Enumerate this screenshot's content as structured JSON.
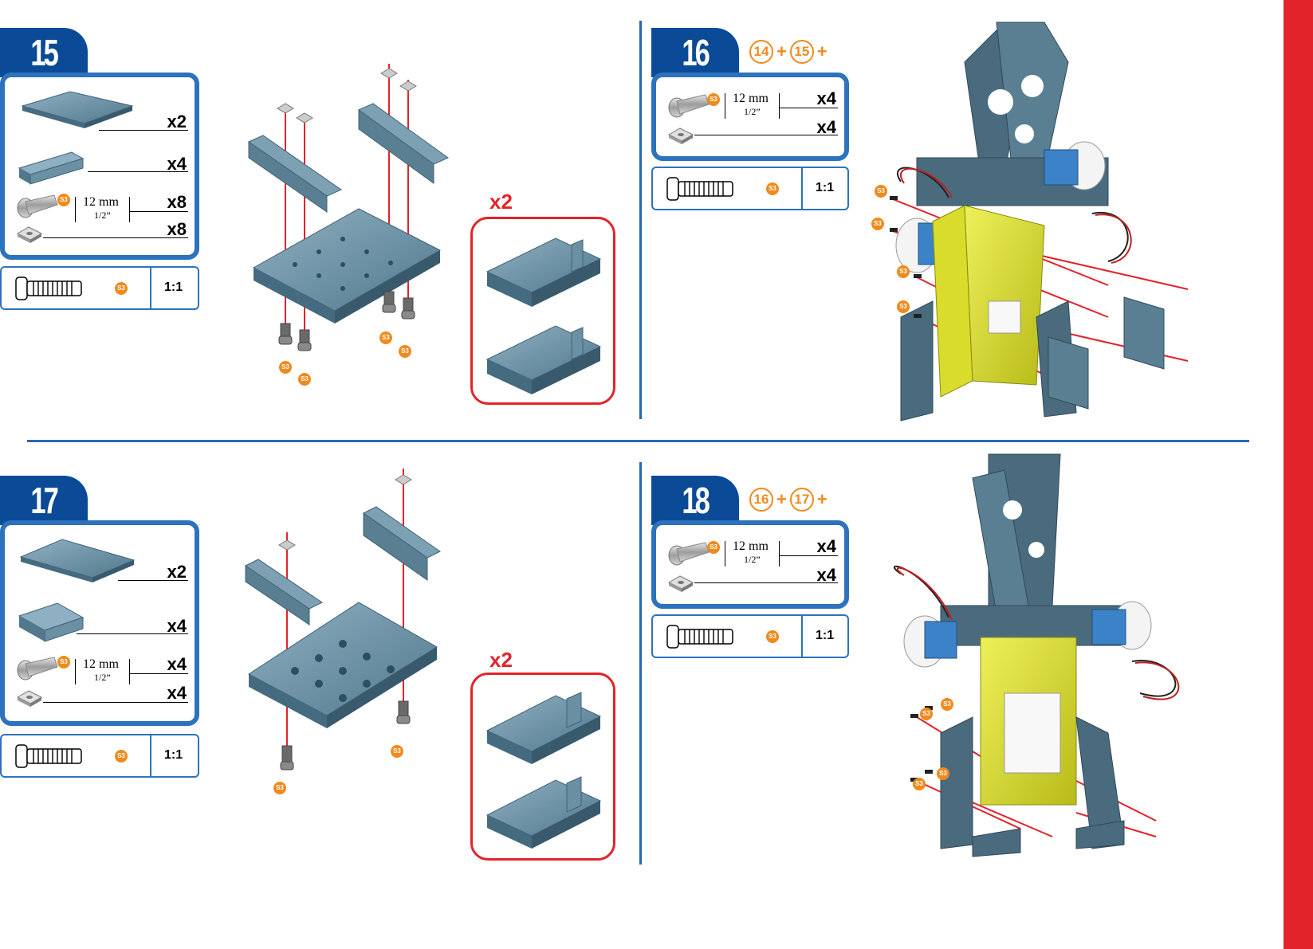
{
  "steps": {
    "s15": {
      "number": "15",
      "parts": [
        {
          "icon": "plate-icon",
          "qty": "x2"
        },
        {
          "icon": "bracket-icon",
          "qty": "x4"
        },
        {
          "icon": "screw-icon",
          "badge": "S3",
          "size_main": "12 mm",
          "size_sub": "1/2”",
          "qty": "x8"
        },
        {
          "icon": "nut-icon",
          "qty": "x8"
        }
      ],
      "scale": {
        "badge": "S3",
        "label": "1:1"
      },
      "multiplier": "x2",
      "callouts": [
        "S3",
        "S3",
        "S3",
        "S3"
      ]
    },
    "s16": {
      "number": "16",
      "formula": [
        "14",
        "+",
        "15",
        "+"
      ],
      "parts": [
        {
          "icon": "screw-icon",
          "badge": "S3",
          "size_main": "12 mm",
          "size_sub": "1/2”",
          "qty": "x4"
        },
        {
          "icon": "nut-icon",
          "qty": "x4"
        }
      ],
      "scale": {
        "badge": "S3",
        "label": "1:1"
      },
      "callouts": [
        "S3",
        "S3",
        "S3",
        "S3"
      ]
    },
    "s17": {
      "number": "17",
      "parts": [
        {
          "icon": "plate-icon",
          "qty": "x2"
        },
        {
          "icon": "bracket-icon",
          "qty": "x4"
        },
        {
          "icon": "screw-icon",
          "badge": "S3",
          "size_main": "12 mm",
          "size_sub": "1/2”",
          "qty": "x4"
        },
        {
          "icon": "nut-icon",
          "qty": "x4"
        }
      ],
      "scale": {
        "badge": "S3",
        "label": "1:1"
      },
      "multiplier": "x2",
      "callouts": [
        "S3",
        "S3"
      ]
    },
    "s18": {
      "number": "18",
      "formula": [
        "16",
        "+",
        "17",
        "+"
      ],
      "parts": [
        {
          "icon": "screw-icon",
          "badge": "S3",
          "size_main": "12 mm",
          "size_sub": "1/2”",
          "qty": "x4"
        },
        {
          "icon": "nut-icon",
          "qty": "x4"
        }
      ],
      "scale": {
        "badge": "S3",
        "label": "1:1"
      },
      "callouts": [
        "S3",
        "S3",
        "S3",
        "S3"
      ]
    }
  },
  "colors": {
    "step_tab": "#0a4a96",
    "panel_border": "#2d72bd",
    "accent_orange": "#f08a1d",
    "accent_red": "#e3232a",
    "part_blue_gray": "#5f8499",
    "body_yellow": "#d9dc2a"
  }
}
